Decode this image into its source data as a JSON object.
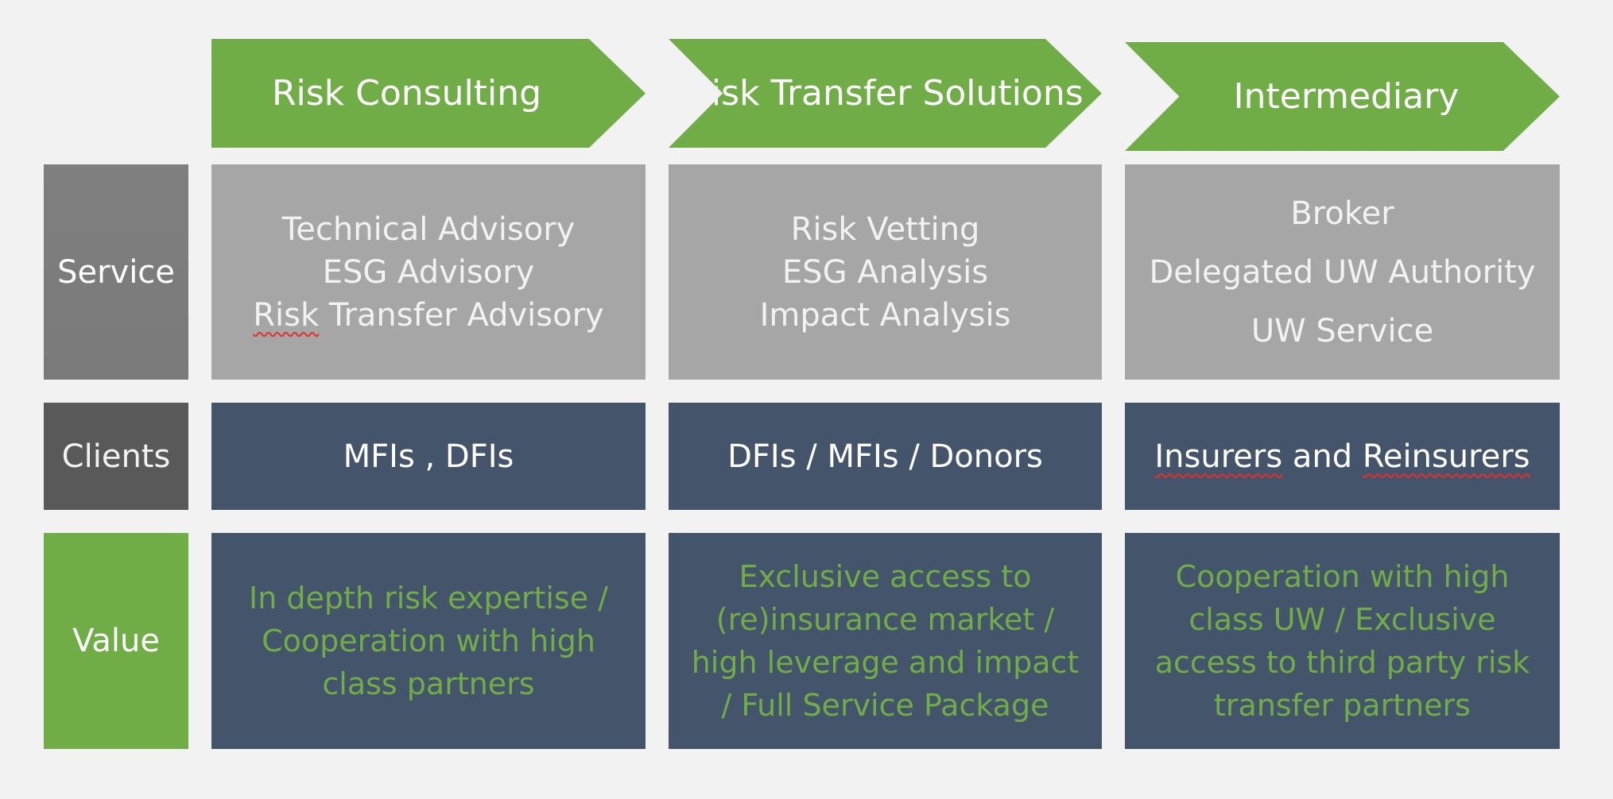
{
  "headers": [
    {
      "label": "Risk Consulting"
    },
    {
      "label": "Risk Transfer Solutions"
    },
    {
      "label": "Intermediary"
    }
  ],
  "rows": {
    "service": {
      "label": "Service",
      "cells": [
        [
          "Technical Advisory",
          "ESG Advisory",
          "Risk Transfer Advisory"
        ],
        [
          "Risk Vetting",
          "ESG Analysis",
          "Impact Analysis"
        ],
        [
          "Broker",
          "Delegated UW Authority",
          "UW Service"
        ]
      ]
    },
    "clients": {
      "label": "Clients",
      "cells": [
        "MFIs , DFIs",
        "DFIs / MFIs / Donors",
        "Insurers and Reinsurers"
      ]
    },
    "value": {
      "label": "Value",
      "cells": [
        "In depth risk expertise / Cooperation with high class partners",
        "Exclusive access to (re)insurance market / high leverage and impact / Full Service Package",
        "Cooperation with high class UW / Exclusive access to third party risk transfer partners"
      ]
    }
  },
  "colors": {
    "green": "#70ad47",
    "navy": "#44546a",
    "light_grey": "#a6a6a6",
    "mid_grey": "#7f7f7f",
    "dark_grey": "#595959",
    "background": "#f2f2f2"
  }
}
